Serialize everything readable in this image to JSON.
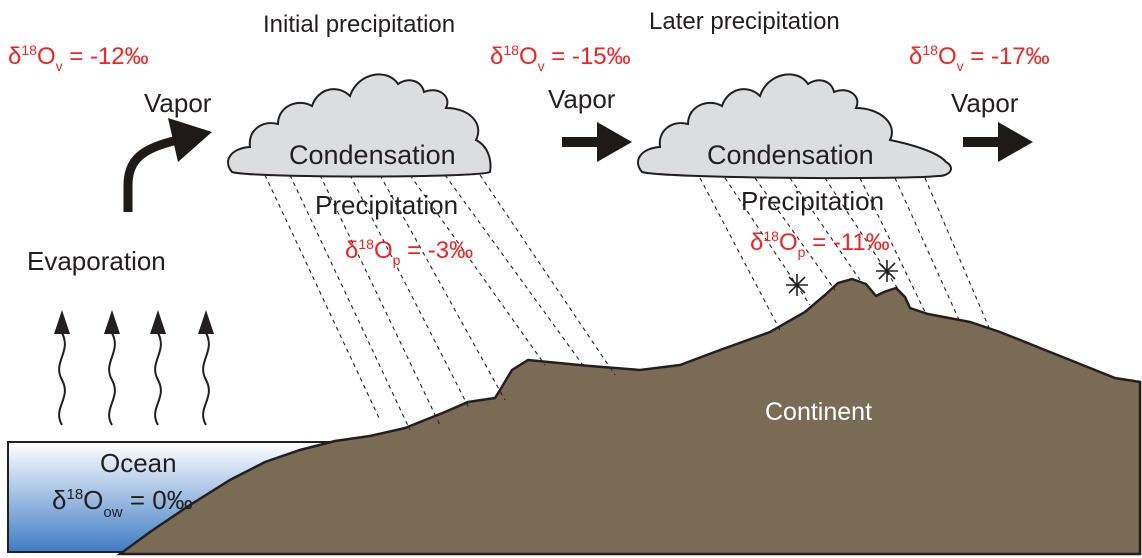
{
  "labels": {
    "initial_precipitation": "Initial precipitation",
    "later_precipitation": "Later precipitation",
    "vapor": "Vapor",
    "condensation": "Condensation",
    "precipitation": "Precipitation",
    "evaporation": "Evaporation",
    "continent": "Continent",
    "ocean": "Ocean"
  },
  "isotope": {
    "delta": "δ",
    "mass": "18",
    "element": "O",
    "equals": " = ",
    "vapor_sub": "v",
    "precip_sub": "p",
    "ocean_sub": "ow",
    "vapor_1": "-12‰",
    "vapor_2": "-15‰",
    "vapor_3": "-17‰",
    "precip_1": "-3‰",
    "precip_2": "-11‰",
    "ocean": "0‰"
  },
  "colors": {
    "red_text": "#e8262a",
    "land": "#7a6b55",
    "cloud": "#dcdddf",
    "ocean_top": "#ffffff",
    "ocean_bottom": "#3f7cc4",
    "arrow": "#1f1a17"
  }
}
